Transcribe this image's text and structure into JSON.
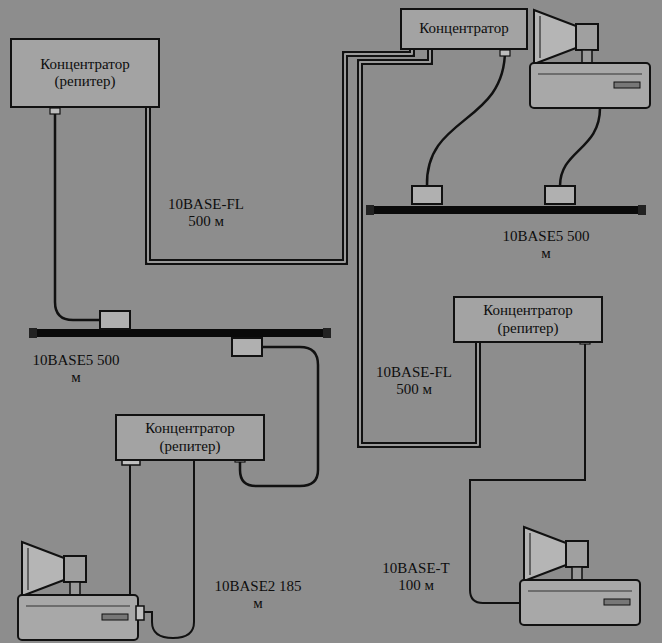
{
  "diagram": {
    "nodes": [
      {
        "text": [
          "Концентратор"
        ]
      },
      {
        "text": [
          "Концентратор (репитер)"
        ]
      },
      {
        "text": [
          "Концентратор (репитер)"
        ]
      },
      {
        "text": [
          "Концентратор (репитер)"
        ]
      }
    ],
    "edges": [
      {
        "from": 0,
        "to": 1,
        "arrow": "none",
        "label": "10BASE-FL 500 м"
      },
      {
        "from": 0,
        "to": 2,
        "arrow": "none",
        "label": "10BASE-FL 500 м"
      }
    ],
    "labels": [
      "10BASE5 500 м",
      "10BASE5 500 м",
      "10BASE-T 100 м",
      "10BASE2 185 м"
    ]
  }
}
